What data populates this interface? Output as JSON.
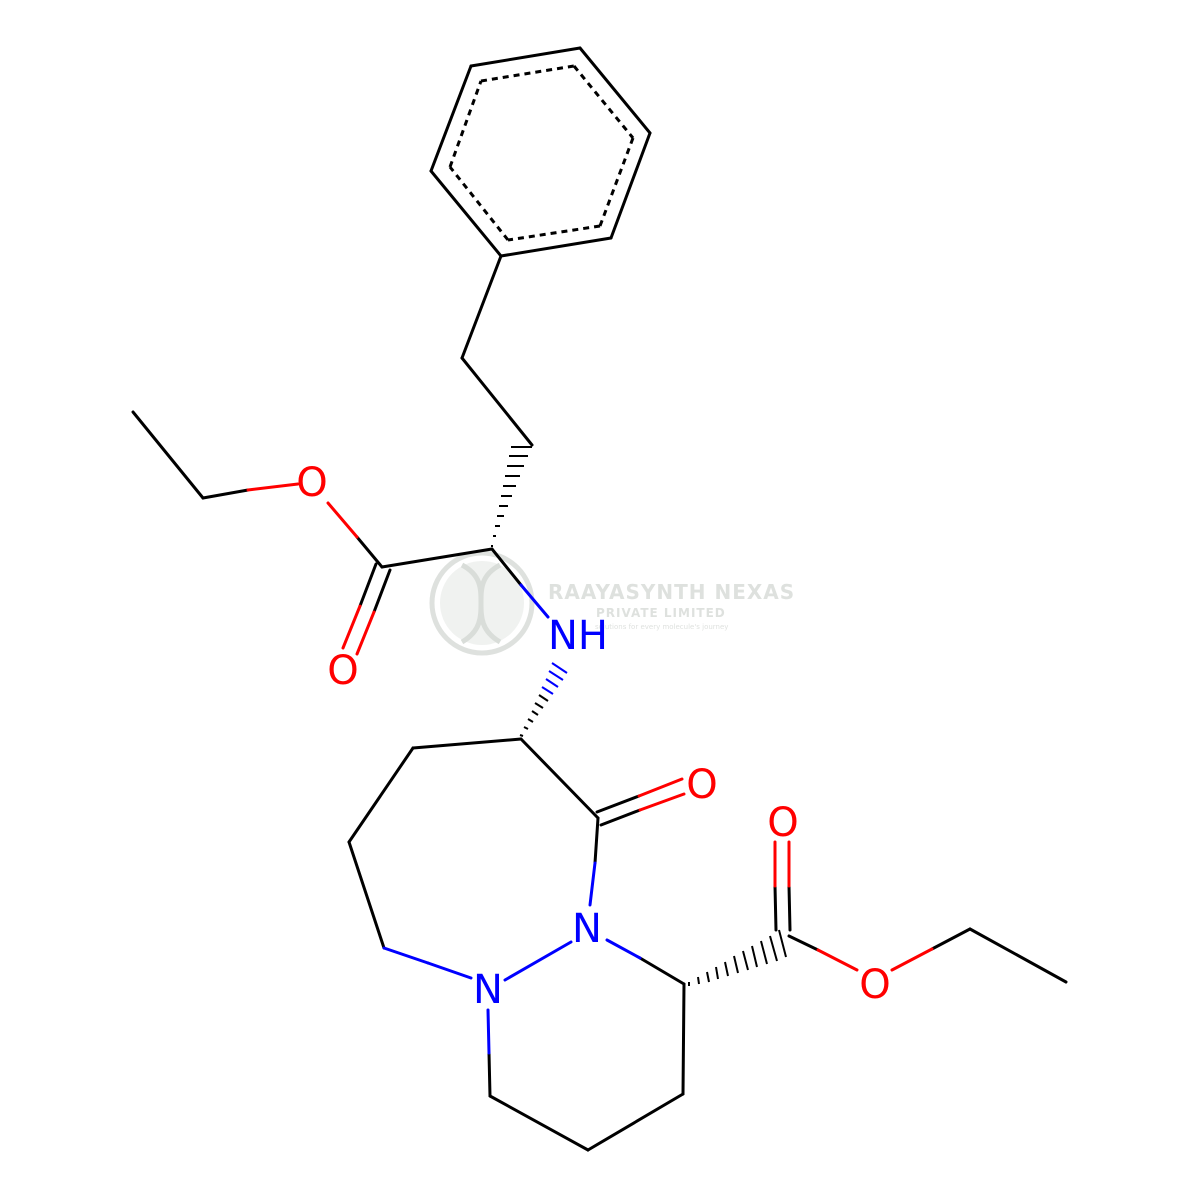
{
  "colors": {
    "bond": "#000000",
    "oxygen": "#ff0000",
    "nitrogen": "#0000ff",
    "watermark": "#d9dcd9",
    "background": "#ffffff"
  },
  "atoms": {
    "o_ethyl_ester_top": "O",
    "o_carbonyl_top": "O",
    "nh": "NH",
    "o_lactam": "O",
    "o_carbonyl_right": "O",
    "n_ring_a": "N",
    "n_ring_b": "N",
    "o_ester_right": "O"
  },
  "watermark": {
    "company": "RAAYASYNTH NEXAS",
    "subtitle": "PRIVATE LIMITED",
    "tagline": "solutions for every molecule's journey",
    "icon": "dna-helix-icon"
  }
}
